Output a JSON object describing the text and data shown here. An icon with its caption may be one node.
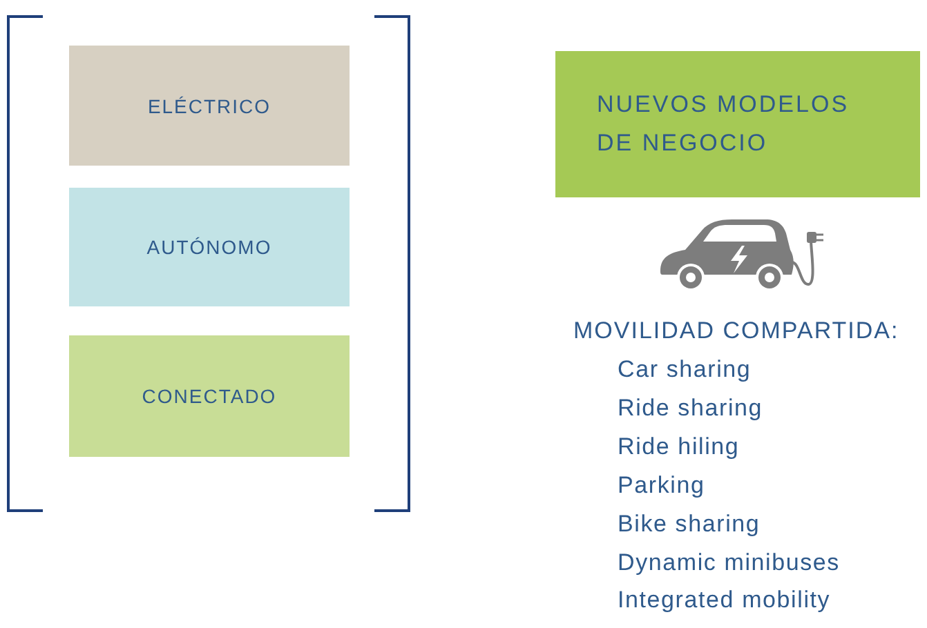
{
  "diagram": {
    "nodes": [
      {
        "text": [
          "ELÉCTRICO"
        ]
      },
      {
        "text": [
          "AUTÓNOMO"
        ]
      },
      {
        "text": [
          "CONECTADO"
        ]
      },
      {
        "text": [
          "NUEVOS MODELOS DE NEGOCIO"
        ]
      }
    ],
    "labels": [
      "MOVILIDAD COMPARTIDA:",
      "Car sharing",
      "Ride sharing",
      "Ride hiling",
      "Parking",
      "Bike sharing",
      "Dynamic minibuses",
      "Integrated mobility"
    ]
  }
}
